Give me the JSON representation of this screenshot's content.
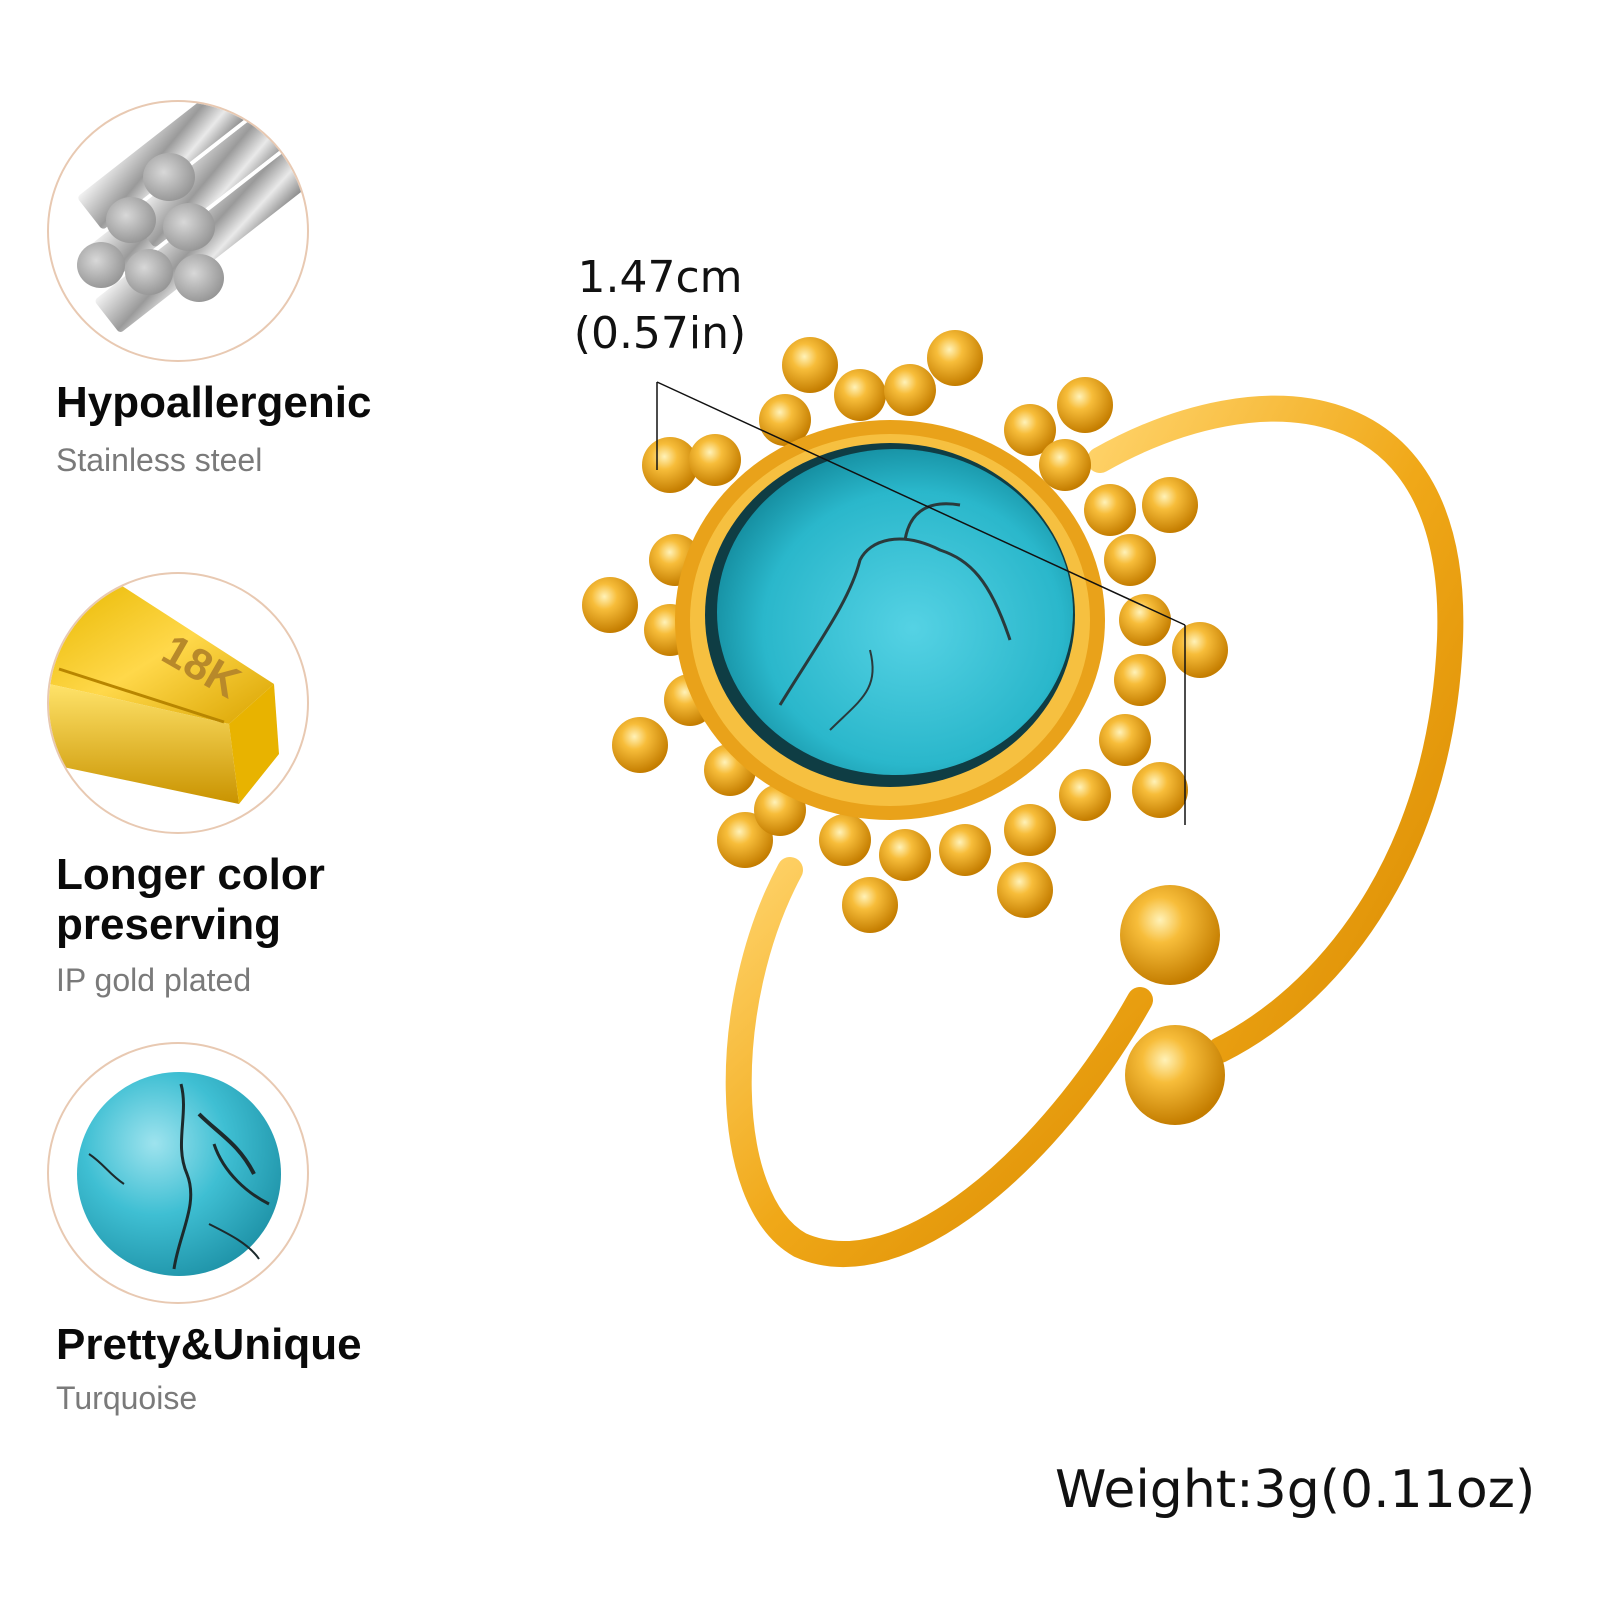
{
  "features": [
    {
      "title": "Hypoallergenic",
      "subtitle": "Stainless steel",
      "icon": "steel-rods-icon"
    },
    {
      "title": "Longer color\npreserving",
      "title_line1": "Longer color",
      "title_line2": "preserving",
      "subtitle": "IP gold plated",
      "icon": "gold-bar-icon",
      "bar_label": "18K"
    },
    {
      "title": "Pretty&Unique",
      "subtitle": "Turquoise",
      "icon": "turquoise-stone-icon"
    }
  ],
  "dimension": {
    "cm": "1.47cm",
    "in": "(0.57in)"
  },
  "weight": "Weight:3g(0.11oz)",
  "colors": {
    "badge_border": "#e8c9b2",
    "gold": "#f0b323",
    "turquoise": "#2cb9cc",
    "subtitle_gray": "#7a7a7a"
  }
}
